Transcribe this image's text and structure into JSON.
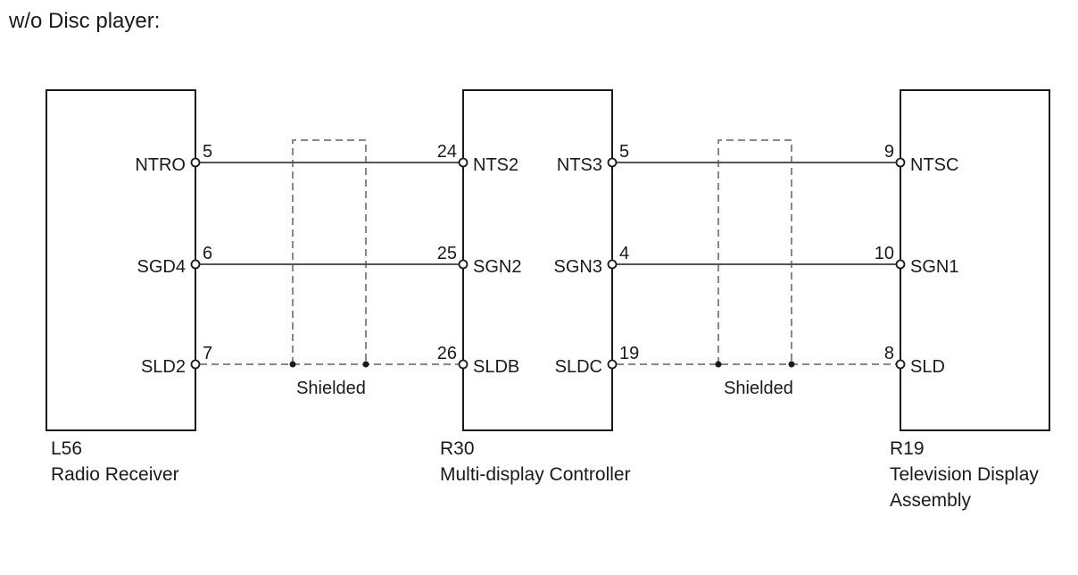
{
  "heading": "w/o Disc player:",
  "components": {
    "radio": {
      "code": "L56",
      "name": "Radio Receiver",
      "pins": [
        {
          "name": "NTRO",
          "number": "5"
        },
        {
          "name": "SGD4",
          "number": "6"
        },
        {
          "name": "SLD2",
          "number": "7"
        }
      ]
    },
    "controller": {
      "code": "R30",
      "name": "Multi-display Controller",
      "left_pins": [
        {
          "name": "NTS2",
          "number": "24"
        },
        {
          "name": "SGN2",
          "number": "25"
        },
        {
          "name": "SLDB",
          "number": "26"
        }
      ],
      "right_pins": [
        {
          "name": "NTS3",
          "number": "5"
        },
        {
          "name": "SGN3",
          "number": "4"
        },
        {
          "name": "SLDC",
          "number": "19"
        }
      ]
    },
    "tv": {
      "code": "R19",
      "name_line1": "Television Display",
      "name_line2": "Assembly",
      "pins": [
        {
          "name": "NTSC",
          "number": "9"
        },
        {
          "name": "SGN1",
          "number": "10"
        },
        {
          "name": "SLD",
          "number": "8"
        }
      ]
    }
  },
  "shield_label": "Shielded",
  "colors": {
    "line": "#555555",
    "box": "#1a1a1a",
    "dash": "#888888"
  }
}
